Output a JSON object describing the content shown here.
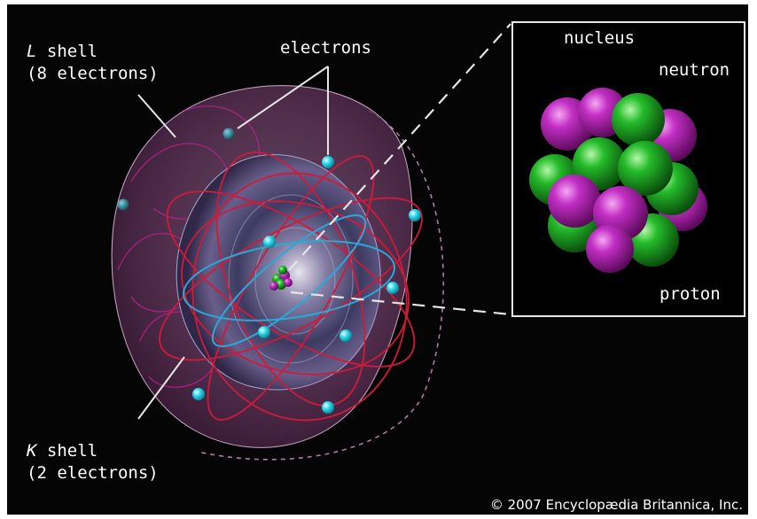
{
  "labels": {
    "l_shell_letter": "L",
    "l_shell_word": " shell",
    "l_shell_count": "(8 electrons)",
    "k_shell_letter": "K",
    "k_shell_word": " shell",
    "k_shell_count": "(2 electrons)",
    "electrons": "electrons",
    "nucleus": "nucleus",
    "neutron": "neutron",
    "proton": "proton"
  },
  "credit": "© 2007 Encyclopædia Britannica, Inc.",
  "colors": {
    "background": "#050505",
    "outer_shell": "#7a4a6c",
    "inner_shell": "#6f6a95",
    "k_orbit": "#29a9d8",
    "l_orbit": "#d01a3a",
    "electron": "#27d4ea",
    "proton": "#b01fb2",
    "neutron": "#20b124",
    "callout_line": "#e6e6e6"
  }
}
